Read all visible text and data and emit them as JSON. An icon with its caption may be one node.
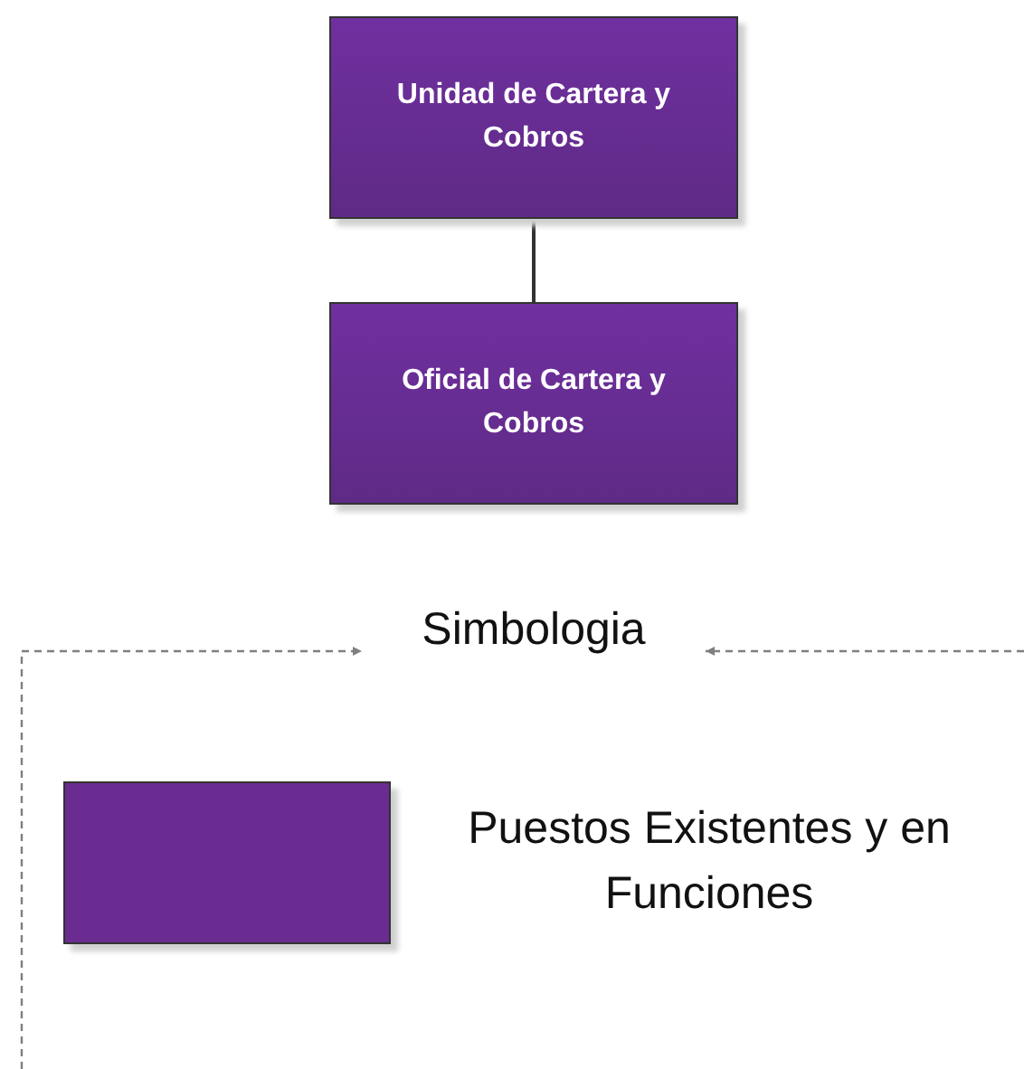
{
  "diagram": {
    "nodes": [
      {
        "text": [
          "Unidad de Cartera y Cobros"
        ]
      },
      {
        "text": [
          "Oficial de Cartera y Cobros"
        ]
      },
      {
        "text": [
          "Simbologia"
        ]
      }
    ],
    "edges": [
      {
        "from": 0,
        "to": 1,
        "arrow": "none"
      },
      {
        "from": null,
        "to": 2,
        "arrow": "to",
        "style": "dashed",
        "color": "#7f7f7f"
      },
      {
        "from": null,
        "to": 2,
        "arrow": "to",
        "style": "dashed",
        "color": "#7f7f7f"
      }
    ],
    "legend": [
      {
        "text": "Puestos Existentes y en Funciones",
        "color": "#6a2c91"
      }
    ]
  }
}
